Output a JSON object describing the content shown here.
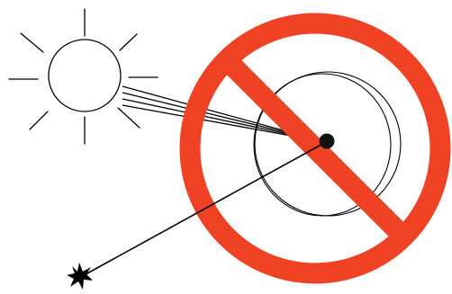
{
  "diagram": {
    "elements": [
      {
        "id": "sun",
        "icon": "sun-icon"
      },
      {
        "id": "lens",
        "icon": "lens-icon"
      },
      {
        "id": "focus-point",
        "icon": "focal-point-icon"
      },
      {
        "id": "spark",
        "icon": "spark-icon"
      },
      {
        "id": "prohibition",
        "icon": "prohibition-icon"
      }
    ],
    "colors": {
      "prohibition": "#ef4123",
      "line": "#000000",
      "background": "#ffffff"
    }
  }
}
